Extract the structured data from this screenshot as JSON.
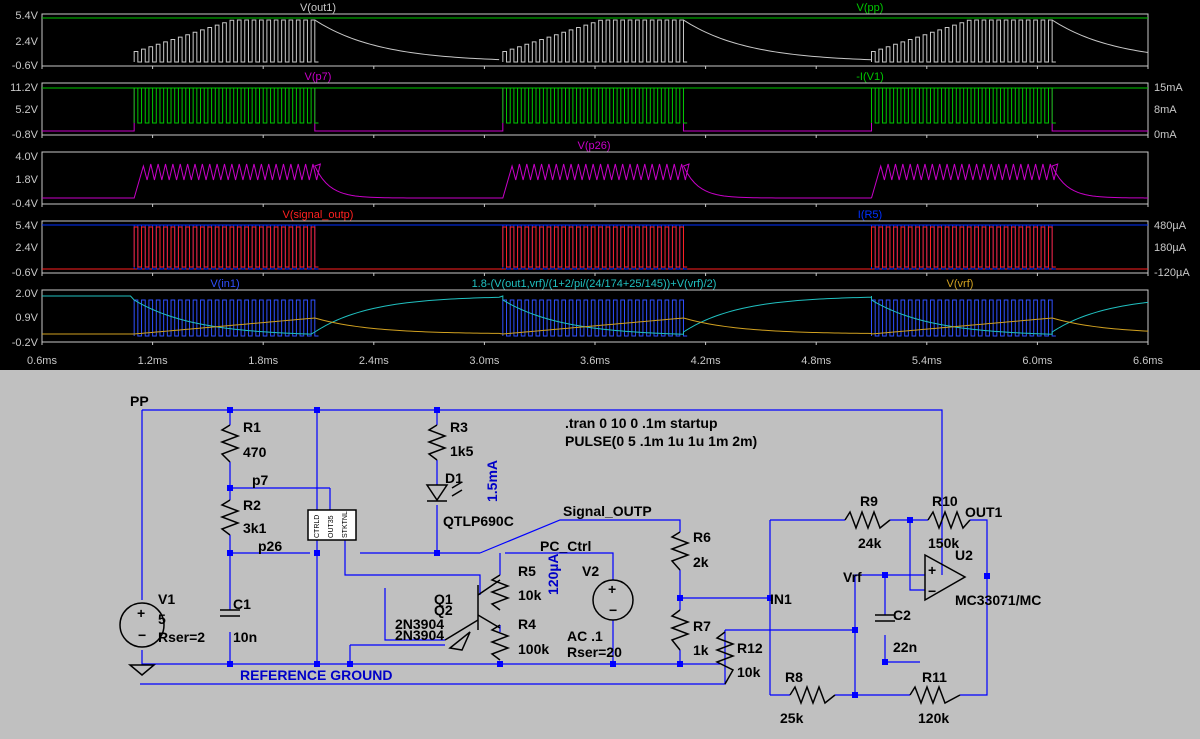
{
  "waveform": {
    "x_axis": {
      "ticks": [
        "0.6ms",
        "1.2ms",
        "1.8ms",
        "2.4ms",
        "3.0ms",
        "3.6ms",
        "4.2ms",
        "4.8ms",
        "5.4ms",
        "6.0ms",
        "6.6ms"
      ],
      "range_ms": [
        0.6,
        6.6
      ]
    },
    "panes": [
      {
        "left_ticks": [
          "5.4V",
          "2.4V",
          "-0.6V"
        ],
        "right_ticks": [],
        "traces": [
          {
            "label": "V(out1)",
            "color": "#c8c8c8"
          },
          {
            "label": "V(pp)",
            "color": "#00c800"
          }
        ]
      },
      {
        "left_ticks": [
          "11.2V",
          "5.2V",
          "-0.8V"
        ],
        "right_ticks": [
          "15mA",
          "8mA",
          "0mA"
        ],
        "traces": [
          {
            "label": "V(p7)",
            "color": "#c800c8"
          },
          {
            "label": "-I(V1)",
            "color": "#00c800"
          }
        ]
      },
      {
        "left_ticks": [
          "4.0V",
          "1.8V",
          "-0.4V"
        ],
        "right_ticks": [],
        "traces": [
          {
            "label": "V(p26)",
            "color": "#c800c8"
          }
        ]
      },
      {
        "left_ticks": [
          "5.4V",
          "2.4V",
          "-0.6V"
        ],
        "right_ticks": [
          "480µA",
          "180µA",
          "-120µA"
        ],
        "traces": [
          {
            "label": "V(signal_outp)",
            "color": "#ff2020"
          },
          {
            "label": "I(R5)",
            "color": "#0030ff"
          }
        ]
      },
      {
        "left_ticks": [
          "2.0V",
          "0.9V",
          "-0.2V"
        ],
        "right_ticks": [],
        "traces": [
          {
            "label": "V(in1)",
            "color": "#3050ff"
          },
          {
            "label": "1.8-(V(out1,vrf)/(1+2/pi/(24/174+25/145))+V(vrf)/2)",
            "color": "#20c0c0"
          },
          {
            "label": "V(vrf)",
            "color": "#d0a020"
          }
        ]
      }
    ]
  },
  "schematic": {
    "directives": [
      ".tran 0 10 0 .1m startup",
      "PULSE(0 5 .1m 1u 1u 1m 2m)"
    ],
    "nets": {
      "pp": "PP",
      "p7": "p7",
      "p26": "p26",
      "signal_outp": "Signal_OUTP",
      "pc_ctrl": "PC_Ctrl",
      "vrf": "Vrf",
      "in1": "IN1",
      "out1": "OUT1",
      "ground": "REFERENCE GROUND"
    },
    "annotations": {
      "d1_current": "1.5mA",
      "r5_current": "120µA"
    },
    "components": {
      "r1": {
        "name": "R1",
        "value": "470"
      },
      "r2": {
        "name": "R2",
        "value": "3k1"
      },
      "r3": {
        "name": "R3",
        "value": "1k5"
      },
      "r4": {
        "name": "R4",
        "value": "100k"
      },
      "r5": {
        "name": "R5",
        "value": "10k"
      },
      "r6": {
        "name": "R6",
        "value": "2k"
      },
      "r7": {
        "name": "R7",
        "value": "1k"
      },
      "r8": {
        "name": "R8",
        "value": "25k"
      },
      "r9": {
        "name": "R9",
        "value": "24k"
      },
      "r10": {
        "name": "R10",
        "value": "150k"
      },
      "r11": {
        "name": "R11",
        "value": "120k"
      },
      "r12": {
        "name": "R12",
        "value": "10k"
      },
      "c1": {
        "name": "C1",
        "value": "10n"
      },
      "c2": {
        "name": "C2",
        "value": "22n"
      },
      "d1": {
        "name": "D1",
        "value": "QTLP690C"
      },
      "q1": {
        "name": "Q1",
        "value": "2N3904"
      },
      "q2": {
        "name": "Q2",
        "value": "2N3904"
      },
      "v1": {
        "name": "V1",
        "value": "5",
        "extra": "Rser=2"
      },
      "v2": {
        "name": "V2",
        "value": "AC .1",
        "extra": "Rser=20"
      },
      "u2": {
        "name": "U2",
        "value": "MC33071/MC"
      },
      "ic_pins": [
        "CTRLD",
        "OUT35",
        "STKTNL"
      ]
    }
  }
}
